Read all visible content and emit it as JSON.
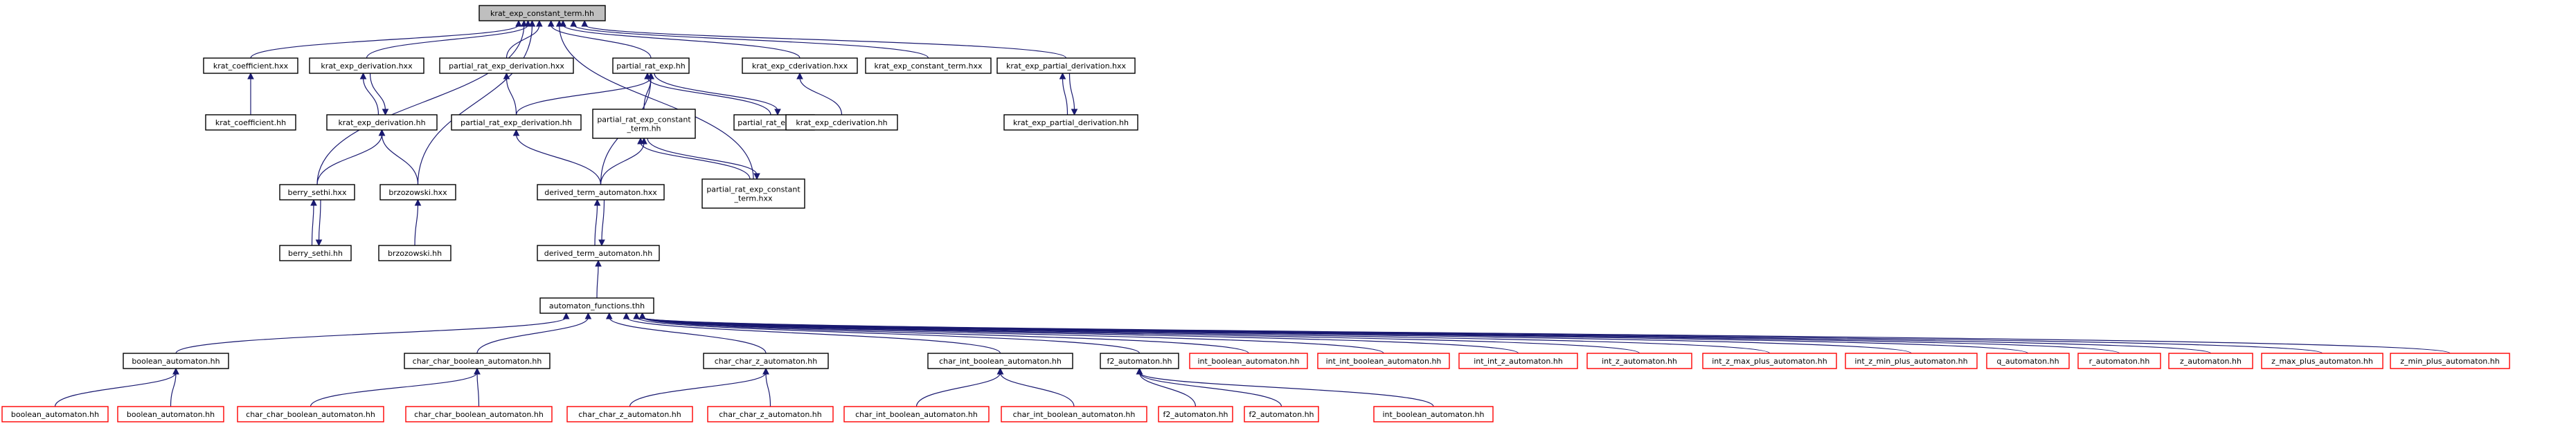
{
  "colors": {
    "edge": "#191970",
    "root_fill": "#bfbfbf",
    "normal_border": "#000000",
    "truncated_border": "#ff0000"
  },
  "nodes": [
    {
      "id": "root",
      "lines": [
        "krat_exp_constant_term.hh"
      ],
      "style": "root"
    },
    {
      "id": "krat_coefficient_hxx",
      "lines": [
        "krat_coefficient.hxx"
      ],
      "style": "normal"
    },
    {
      "id": "krat_exp_derivation_hxx",
      "lines": [
        "krat_exp_derivation.hxx"
      ],
      "style": "normal"
    },
    {
      "id": "partial_rat_exp_derivation_hxx",
      "lines": [
        "partial_rat_exp_derivation.hxx"
      ],
      "style": "normal"
    },
    {
      "id": "partial_rat_exp_hh",
      "lines": [
        "partial_rat_exp.hh"
      ],
      "style": "normal"
    },
    {
      "id": "krat_exp_cderivation_hxx",
      "lines": [
        "krat_exp_cderivation.hxx"
      ],
      "style": "normal"
    },
    {
      "id": "krat_exp_constant_term_hxx",
      "lines": [
        "krat_exp_constant_term.hxx"
      ],
      "style": "normal"
    },
    {
      "id": "krat_exp_partial_derivation_hxx",
      "lines": [
        "krat_exp_partial_derivation.hxx"
      ],
      "style": "normal"
    },
    {
      "id": "krat_coefficient_hh",
      "lines": [
        "krat_coefficient.hh"
      ],
      "style": "normal"
    },
    {
      "id": "krat_exp_derivation_hh",
      "lines": [
        "krat_exp_derivation.hh"
      ],
      "style": "normal"
    },
    {
      "id": "partial_rat_exp_derivation_hh",
      "lines": [
        "partial_rat_exp_derivation.hh"
      ],
      "style": "normal"
    },
    {
      "id": "partial_rat_exp_constant_term_hh",
      "lines": [
        "partial_rat_exp_constant",
        "_term.hh"
      ],
      "style": "normal"
    },
    {
      "id": "partial_rat_exp_hxx",
      "lines": [
        "partial_rat_exp.hxx"
      ],
      "style": "normal"
    },
    {
      "id": "krat_exp_cderivation_hh",
      "lines": [
        "krat_exp_cderivation.hh"
      ],
      "style": "normal"
    },
    {
      "id": "krat_exp_partial_derivation_hh",
      "lines": [
        "krat_exp_partial_derivation.hh"
      ],
      "style": "normal"
    },
    {
      "id": "berry_sethi_hxx",
      "lines": [
        "berry_sethi.hxx"
      ],
      "style": "normal"
    },
    {
      "id": "brzozowski_hxx",
      "lines": [
        "brzozowski.hxx"
      ],
      "style": "normal"
    },
    {
      "id": "derived_term_automaton_hxx",
      "lines": [
        "derived_term_automaton.hxx"
      ],
      "style": "normal"
    },
    {
      "id": "partial_rat_exp_constant_term_hxx",
      "lines": [
        "partial_rat_exp_constant",
        "_term.hxx"
      ],
      "style": "normal"
    },
    {
      "id": "berry_sethi_hh",
      "lines": [
        "berry_sethi.hh"
      ],
      "style": "normal"
    },
    {
      "id": "brzozowski_hh",
      "lines": [
        "brzozowski.hh"
      ],
      "style": "normal"
    },
    {
      "id": "derived_term_automaton_hh",
      "lines": [
        "derived_term_automaton.hh"
      ],
      "style": "normal"
    },
    {
      "id": "automaton_functions_thh",
      "lines": [
        "automaton_functions.thh"
      ],
      "style": "normal"
    },
    {
      "id": "boolean_automaton_hh",
      "lines": [
        "boolean_automaton.hh"
      ],
      "style": "normal"
    },
    {
      "id": "char_char_boolean_automaton_hh",
      "lines": [
        "char_char_boolean_automaton.hh"
      ],
      "style": "normal"
    },
    {
      "id": "char_char_z_automaton_hh",
      "lines": [
        "char_char_z_automaton.hh"
      ],
      "style": "normal"
    },
    {
      "id": "char_int_boolean_automaton_hh",
      "lines": [
        "char_int_boolean_automaton.hh"
      ],
      "style": "normal"
    },
    {
      "id": "f2_automaton_hh",
      "lines": [
        "f2_automaton.hh"
      ],
      "style": "normal"
    },
    {
      "id": "int_boolean_automaton_hh",
      "lines": [
        "int_boolean_automaton.hh"
      ],
      "style": "red"
    },
    {
      "id": "int_int_boolean_automaton_hh",
      "lines": [
        "int_int_boolean_automaton.hh"
      ],
      "style": "red"
    },
    {
      "id": "int_int_z_automaton_hh",
      "lines": [
        "int_int_z_automaton.hh"
      ],
      "style": "red"
    },
    {
      "id": "int_z_automaton_hh",
      "lines": [
        "int_z_automaton.hh"
      ],
      "style": "red"
    },
    {
      "id": "int_z_max_plus_automaton_hh",
      "lines": [
        "int_z_max_plus_automaton.hh"
      ],
      "style": "red"
    },
    {
      "id": "int_z_min_plus_automaton_hh",
      "lines": [
        "int_z_min_plus_automaton.hh"
      ],
      "style": "red"
    },
    {
      "id": "q_automaton_hh",
      "lines": [
        "q_automaton.hh"
      ],
      "style": "red"
    },
    {
      "id": "r_automaton_hh",
      "lines": [
        "r_automaton.hh"
      ],
      "style": "red"
    },
    {
      "id": "z_automaton_hh",
      "lines": [
        "z_automaton.hh"
      ],
      "style": "red"
    },
    {
      "id": "z_max_plus_automaton_hh",
      "lines": [
        "z_max_plus_automaton.hh"
      ],
      "style": "red"
    },
    {
      "id": "z_min_plus_automaton_hh",
      "lines": [
        "z_min_plus_automaton.hh"
      ],
      "style": "red"
    },
    {
      "id": "boolean_automaton_hh_a",
      "lines": [
        "boolean_automaton.hh"
      ],
      "style": "red"
    },
    {
      "id": "boolean_automaton_hh_b",
      "lines": [
        "boolean_automaton.hh"
      ],
      "style": "red"
    },
    {
      "id": "char_char_boolean_automaton_hh_a",
      "lines": [
        "char_char_boolean_automaton.hh"
      ],
      "style": "red"
    },
    {
      "id": "char_char_boolean_automaton_hh_b",
      "lines": [
        "char_char_boolean_automaton.hh"
      ],
      "style": "red"
    },
    {
      "id": "char_char_z_automaton_hh_a",
      "lines": [
        "char_char_z_automaton.hh"
      ],
      "style": "red"
    },
    {
      "id": "char_char_z_automaton_hh_b",
      "lines": [
        "char_char_z_automaton.hh"
      ],
      "style": "red"
    },
    {
      "id": "char_int_boolean_automaton_hh_a",
      "lines": [
        "char_int_boolean_automaton.hh"
      ],
      "style": "red"
    },
    {
      "id": "char_int_boolean_automaton_hh_b",
      "lines": [
        "char_int_boolean_automaton.hh"
      ],
      "style": "red"
    },
    {
      "id": "f2_automaton_hh_a",
      "lines": [
        "f2_automaton.hh"
      ],
      "style": "red"
    },
    {
      "id": "f2_automaton_hh_b",
      "lines": [
        "f2_automaton.hh"
      ],
      "style": "red"
    },
    {
      "id": "int_boolean_automaton_hh_c",
      "lines": [
        "int_boolean_automaton.hh"
      ],
      "style": "red"
    }
  ],
  "edges": [
    {
      "from": "krat_coefficient_hxx",
      "to": "root"
    },
    {
      "from": "krat_exp_derivation_hxx",
      "to": "root"
    },
    {
      "from": "partial_rat_exp_derivation_hxx",
      "to": "root"
    },
    {
      "from": "partial_rat_exp_hh",
      "to": "root"
    },
    {
      "from": "krat_exp_cderivation_hxx",
      "to": "root"
    },
    {
      "from": "krat_exp_constant_term_hxx",
      "to": "root"
    },
    {
      "from": "krat_exp_partial_derivation_hxx",
      "to": "root"
    },
    {
      "from": "berry_sethi_hxx",
      "to": "root"
    },
    {
      "from": "brzozowski_hxx",
      "to": "root"
    },
    {
      "from": "partial_rat_exp_constant_term_hxx",
      "to": "root"
    },
    {
      "from": "krat_coefficient_hh",
      "to": "krat_coefficient_hxx"
    },
    {
      "from": "krat_exp_derivation_hh",
      "to": "krat_exp_derivation_hxx"
    },
    {
      "from": "krat_exp_derivation_hxx",
      "to": "krat_exp_derivation_hh"
    },
    {
      "from": "partial_rat_exp_derivation_hh",
      "to": "partial_rat_exp_derivation_hxx"
    },
    {
      "from": "partial_rat_exp_derivation_hh",
      "to": "partial_rat_exp_hh"
    },
    {
      "from": "partial_rat_exp_constant_term_hh",
      "to": "partial_rat_exp_hh"
    },
    {
      "from": "partial_rat_exp_hxx",
      "to": "partial_rat_exp_hh"
    },
    {
      "from": "partial_rat_exp_hh",
      "to": "partial_rat_exp_hxx"
    },
    {
      "from": "derived_term_automaton_hxx",
      "to": "partial_rat_exp_hh"
    },
    {
      "from": "krat_exp_cderivation_hh",
      "to": "krat_exp_cderivation_hxx"
    },
    {
      "from": "krat_exp_partial_derivation_hh",
      "to": "krat_exp_partial_derivation_hxx"
    },
    {
      "from": "krat_exp_partial_derivation_hxx",
      "to": "krat_exp_partial_derivation_hh"
    },
    {
      "from": "berry_sethi_hxx",
      "to": "krat_exp_derivation_hh"
    },
    {
      "from": "brzozowski_hxx",
      "to": "krat_exp_derivation_hh"
    },
    {
      "from": "derived_term_automaton_hxx",
      "to": "partial_rat_exp_derivation_hh"
    },
    {
      "from": "derived_term_automaton_hxx",
      "to": "partial_rat_exp_constant_term_hh"
    },
    {
      "from": "partial_rat_exp_constant_term_hxx",
      "to": "partial_rat_exp_constant_term_hh"
    },
    {
      "from": "partial_rat_exp_constant_term_hh",
      "to": "partial_rat_exp_constant_term_hxx"
    },
    {
      "from": "berry_sethi_hh",
      "to": "berry_sethi_hxx"
    },
    {
      "from": "berry_sethi_hxx",
      "to": "berry_sethi_hh"
    },
    {
      "from": "brzozowski_hh",
      "to": "brzozowski_hxx"
    },
    {
      "from": "derived_term_automaton_hh",
      "to": "derived_term_automaton_hxx"
    },
    {
      "from": "derived_term_automaton_hxx",
      "to": "derived_term_automaton_hh"
    },
    {
      "from": "automaton_functions_thh",
      "to": "derived_term_automaton_hh"
    },
    {
      "from": "boolean_automaton_hh",
      "to": "automaton_functions_thh"
    },
    {
      "from": "char_char_boolean_automaton_hh",
      "to": "automaton_functions_thh"
    },
    {
      "from": "char_char_z_automaton_hh",
      "to": "automaton_functions_thh"
    },
    {
      "from": "char_int_boolean_automaton_hh",
      "to": "automaton_functions_thh"
    },
    {
      "from": "f2_automaton_hh",
      "to": "automaton_functions_thh"
    },
    {
      "from": "int_boolean_automaton_hh",
      "to": "automaton_functions_thh"
    },
    {
      "from": "int_int_boolean_automaton_hh",
      "to": "automaton_functions_thh"
    },
    {
      "from": "int_int_z_automaton_hh",
      "to": "automaton_functions_thh"
    },
    {
      "from": "int_z_automaton_hh",
      "to": "automaton_functions_thh"
    },
    {
      "from": "int_z_max_plus_automaton_hh",
      "to": "automaton_functions_thh"
    },
    {
      "from": "int_z_min_plus_automaton_hh",
      "to": "automaton_functions_thh"
    },
    {
      "from": "q_automaton_hh",
      "to": "automaton_functions_thh"
    },
    {
      "from": "r_automaton_hh",
      "to": "automaton_functions_thh"
    },
    {
      "from": "z_automaton_hh",
      "to": "automaton_functions_thh"
    },
    {
      "from": "z_max_plus_automaton_hh",
      "to": "automaton_functions_thh"
    },
    {
      "from": "z_min_plus_automaton_hh",
      "to": "automaton_functions_thh"
    },
    {
      "from": "boolean_automaton_hh_a",
      "to": "boolean_automaton_hh"
    },
    {
      "from": "boolean_automaton_hh_b",
      "to": "boolean_automaton_hh"
    },
    {
      "from": "char_char_boolean_automaton_hh_a",
      "to": "char_char_boolean_automaton_hh"
    },
    {
      "from": "char_char_boolean_automaton_hh_b",
      "to": "char_char_boolean_automaton_hh"
    },
    {
      "from": "char_char_z_automaton_hh_a",
      "to": "char_char_z_automaton_hh"
    },
    {
      "from": "char_char_z_automaton_hh_b",
      "to": "char_char_z_automaton_hh"
    },
    {
      "from": "char_int_boolean_automaton_hh_a",
      "to": "char_int_boolean_automaton_hh"
    },
    {
      "from": "char_int_boolean_automaton_hh_b",
      "to": "char_int_boolean_automaton_hh"
    },
    {
      "from": "f2_automaton_hh_a",
      "to": "f2_automaton_hh"
    },
    {
      "from": "f2_automaton_hh_b",
      "to": "f2_automaton_hh"
    },
    {
      "from": "int_boolean_automaton_hh_c",
      "to": "f2_automaton_hh"
    }
  ]
}
